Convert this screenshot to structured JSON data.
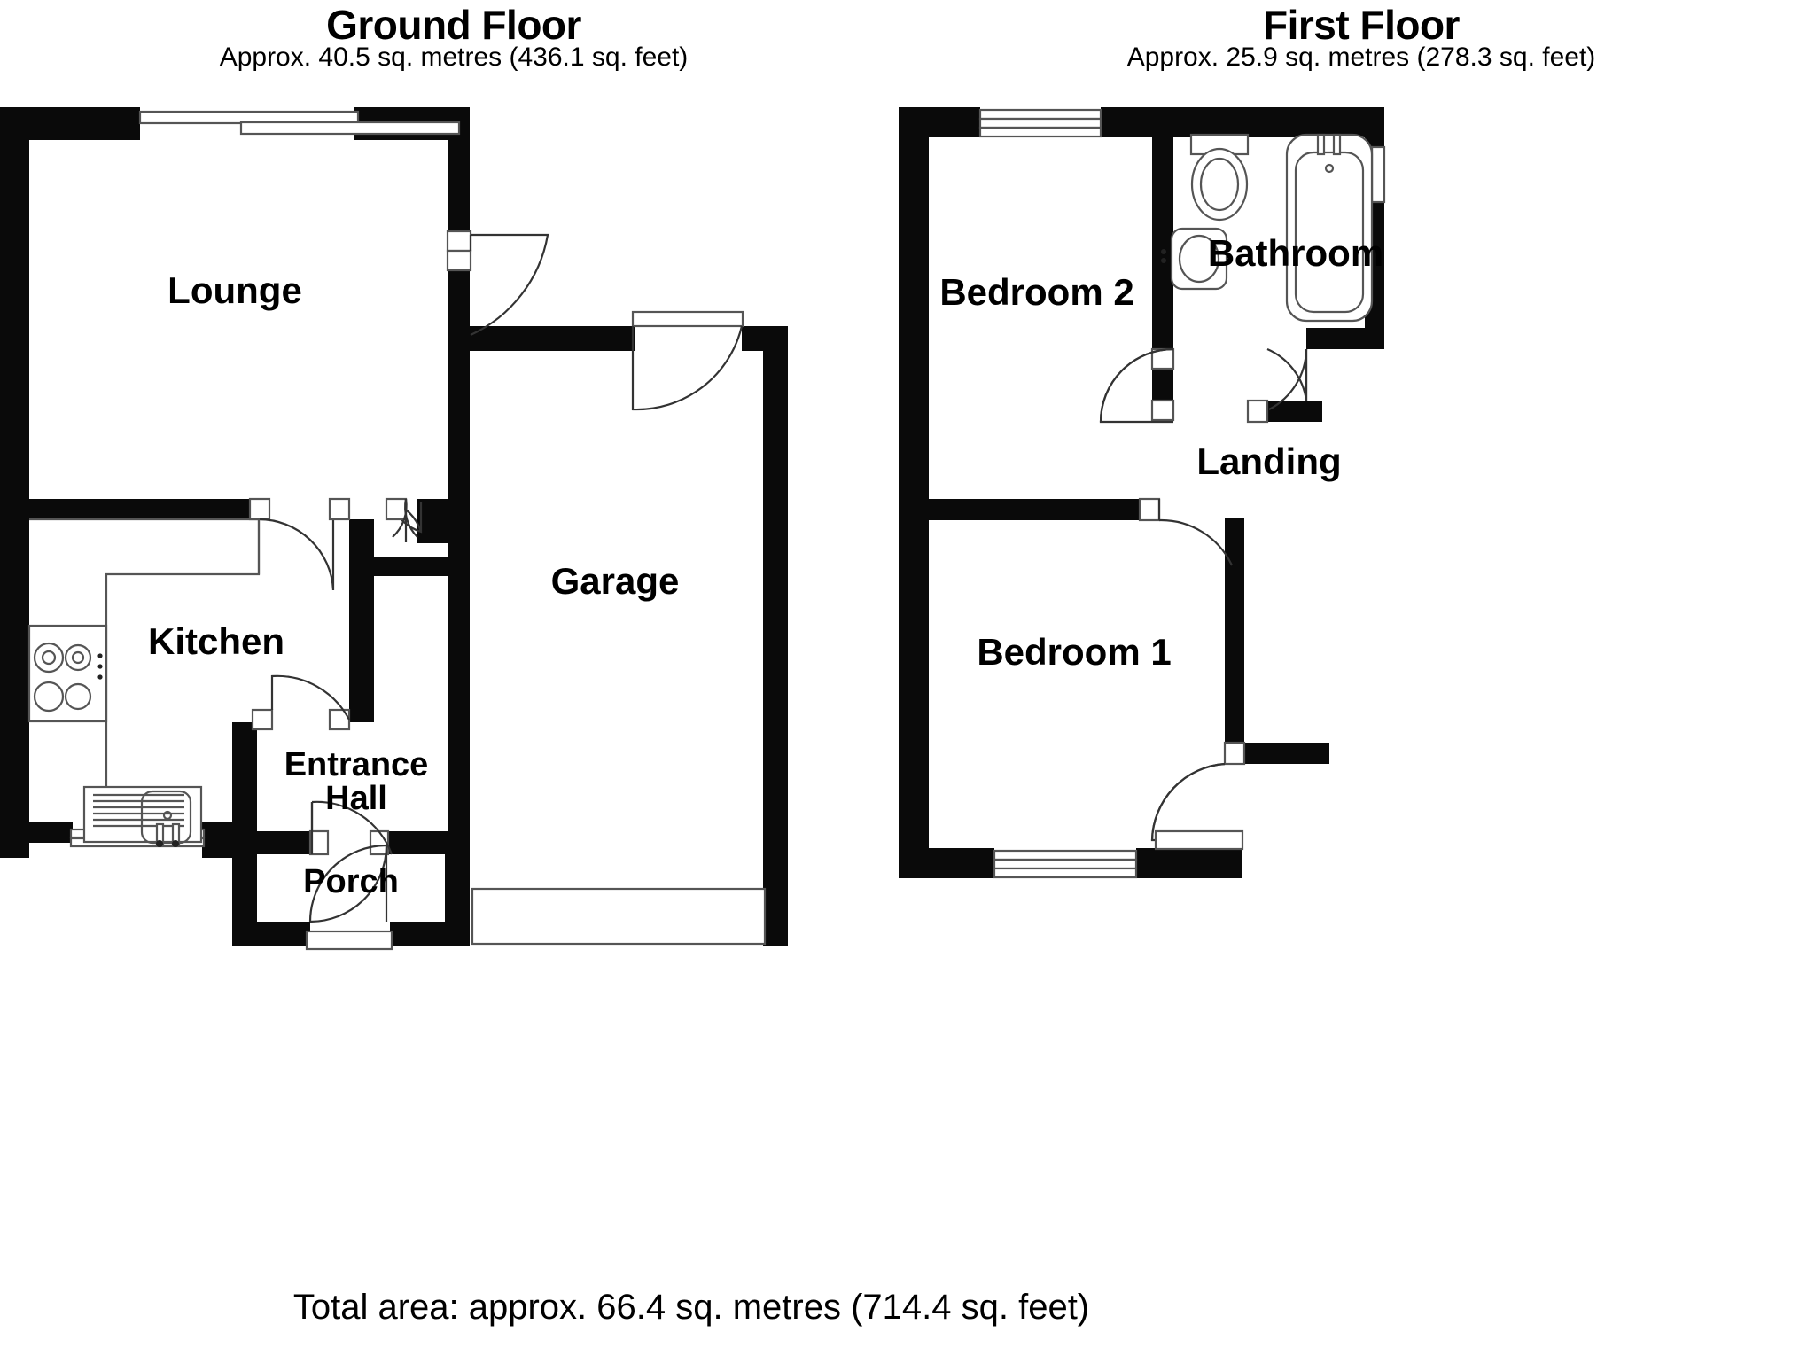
{
  "document": {
    "type": "floor-plan",
    "total_area": "Total area: approx. 66.4 sq. metres (714.4 sq. feet)"
  },
  "floors": [
    {
      "id": "ground",
      "title": "Ground Floor",
      "area_text": "Approx. 40.5 sq. metres (436.1 sq. feet)",
      "area_sq_metres": 40.5,
      "area_sq_feet": 436.1,
      "rooms": [
        {
          "name": "Lounge",
          "label": "Lounge"
        },
        {
          "name": "Kitchen",
          "label": "Kitchen"
        },
        {
          "name": "Garage",
          "label": "Garage"
        },
        {
          "name": "Entrance Hall",
          "label_line1": "Entrance",
          "label_line2": "Hall"
        },
        {
          "name": "Porch",
          "label": "Porch"
        }
      ],
      "fixtures": [
        "hob",
        "sink",
        "kitchen-worktop"
      ],
      "openings": [
        "lounge-front-window",
        "kitchen-rear-window",
        "garage-side-window",
        "garage-up-and-over-door"
      ],
      "doors": [
        "lounge-to-hall-door",
        "lounge-to-kitchen-door",
        "kitchen-to-hall-door",
        "hall-to-garage-door",
        "porch-front-door",
        "hall-to-porch-door"
      ]
    },
    {
      "id": "first",
      "title": "First Floor",
      "area_text": "Approx. 25.9 sq. metres (278.3 sq. feet)",
      "area_sq_metres": 25.9,
      "area_sq_feet": 278.3,
      "rooms": [
        {
          "name": "Bedroom 2",
          "label": "Bedroom 2"
        },
        {
          "name": "Bedroom 1",
          "label": "Bedroom 1"
        },
        {
          "name": "Bathroom",
          "label": "Bathroom"
        },
        {
          "name": "Landing",
          "label": "Landing"
        }
      ],
      "fixtures": [
        "bath",
        "wc",
        "wash-basin"
      ],
      "openings": [
        "bedroom2-front-window",
        "bedroom1-rear-window",
        "bathroom-window"
      ],
      "doors": [
        "bedroom2-door",
        "bedroom1-door",
        "bathroom-door"
      ]
    }
  ],
  "colors": {
    "wall": "#0a0a0a",
    "background": "#ffffff",
    "fixture_stroke": "#555555",
    "text": "#000000"
  }
}
